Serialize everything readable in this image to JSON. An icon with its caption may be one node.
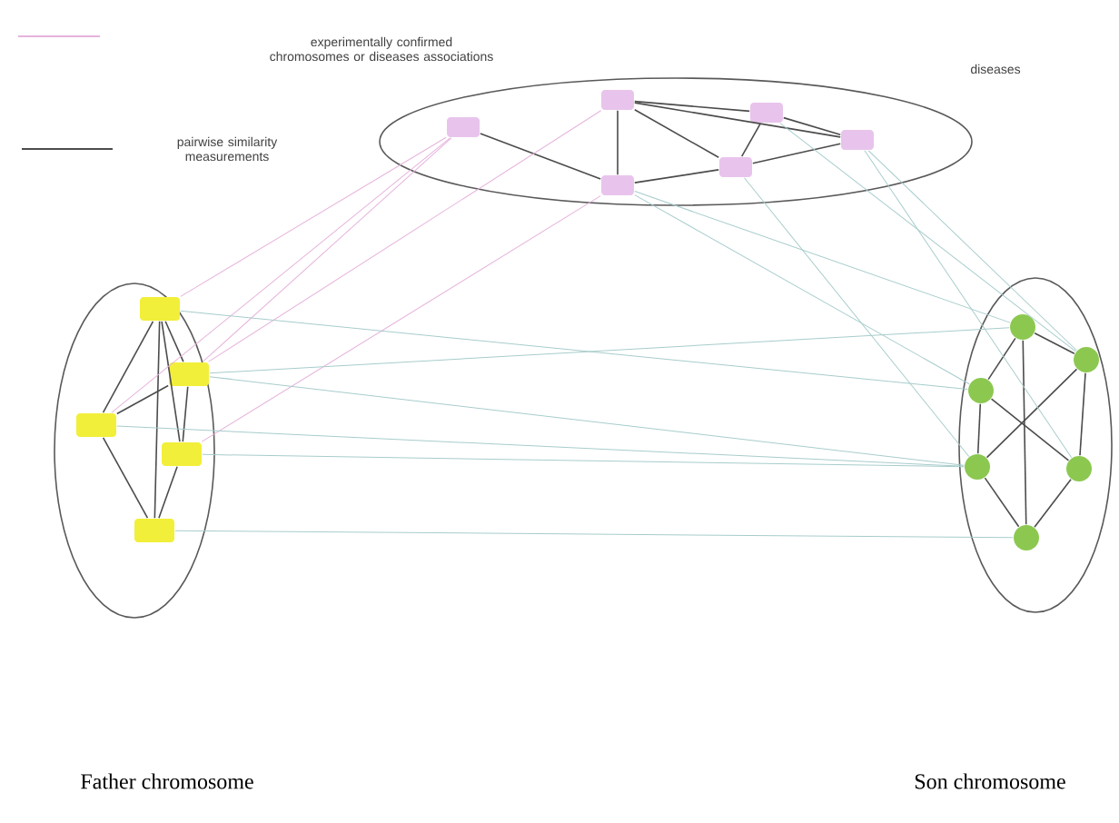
{
  "diagram": {
    "nodes": [
      {
        "text": [],
        "shape": "ellipse",
        "beside": [
          "diseases"
        ]
      },
      {
        "text": [],
        "shape": "box",
        "in": 0
      },
      {
        "text": [],
        "shape": "box",
        "in": 0
      },
      {
        "text": [],
        "shape": "box",
        "in": 0
      },
      {
        "text": [],
        "shape": "box",
        "in": 0
      },
      {
        "text": [],
        "shape": "box",
        "in": 0
      },
      {
        "text": [],
        "shape": "box",
        "in": 0
      },
      {
        "text": [],
        "shape": "ellipse"
      },
      {
        "text": [],
        "shape": "box",
        "in": 7
      },
      {
        "text": [],
        "shape": "box",
        "in": 7
      },
      {
        "text": [],
        "shape": "box",
        "in": 7
      },
      {
        "text": [],
        "shape": "box",
        "in": 7
      },
      {
        "text": [],
        "shape": "box",
        "in": 7
      },
      {
        "text": [],
        "shape": "ellipse"
      },
      {
        "text": [],
        "shape": "circle",
        "in": 13
      },
      {
        "text": [],
        "shape": "circle",
        "in": 13
      },
      {
        "text": [],
        "shape": "circle",
        "in": 13
      },
      {
        "text": [],
        "shape": "circle",
        "in": 13
      },
      {
        "text": [],
        "shape": "circle",
        "in": 13
      },
      {
        "text": [],
        "shape": "circle",
        "in": 13
      }
    ],
    "edges": [
      {
        "from": 1,
        "to": 3,
        "arrow": "none"
      },
      {
        "from": 2,
        "to": 3,
        "arrow": "none"
      },
      {
        "from": 2,
        "to": 4,
        "arrow": "none"
      },
      {
        "from": 2,
        "to": 5,
        "arrow": "none"
      },
      {
        "from": 2,
        "to": 6,
        "arrow": "none"
      },
      {
        "from": 3,
        "to": 4,
        "arrow": "none"
      },
      {
        "from": 4,
        "to": 5,
        "arrow": "none"
      },
      {
        "from": 4,
        "to": 6,
        "arrow": "none"
      },
      {
        "from": 5,
        "to": 6,
        "arrow": "none"
      },
      {
        "from": 8,
        "to": 10,
        "arrow": "none"
      },
      {
        "from": 8,
        "to": 12,
        "arrow": "none"
      },
      {
        "from": 8,
        "to": 9,
        "arrow": "none"
      },
      {
        "from": 8,
        "to": 11,
        "arrow": "none"
      },
      {
        "from": 9,
        "to": 11,
        "arrow": "none"
      },
      {
        "from": 10,
        "to": 9,
        "arrow": "none"
      },
      {
        "from": 10,
        "to": 12,
        "arrow": "none"
      },
      {
        "from": 11,
        "to": 12,
        "arrow": "none"
      },
      {
        "from": 14,
        "to": 15,
        "arrow": "none"
      },
      {
        "from": 14,
        "to": 16,
        "arrow": "none"
      },
      {
        "from": 14,
        "to": 19,
        "arrow": "none"
      },
      {
        "from": 15,
        "to": 18,
        "arrow": "none"
      },
      {
        "from": 15,
        "to": 17,
        "arrow": "none"
      },
      {
        "from": 16,
        "to": 17,
        "arrow": "none"
      },
      {
        "from": 16,
        "to": 18,
        "arrow": "none"
      },
      {
        "from": 17,
        "to": 19,
        "arrow": "none"
      },
      {
        "from": 18,
        "to": 19,
        "arrow": "none"
      },
      {
        "from": 1,
        "to": 8,
        "arrow": "none",
        "color": "#e6b4dc"
      },
      {
        "from": 1,
        "to": 9,
        "arrow": "none",
        "color": "#e6b4dc"
      },
      {
        "from": 2,
        "to": 9,
        "arrow": "none",
        "color": "#e6b4dc"
      },
      {
        "from": 3,
        "to": 11,
        "arrow": "none",
        "color": "#e6b4dc"
      },
      {
        "from": 1,
        "to": 10,
        "arrow": "none",
        "color": "#e6b4dc"
      },
      {
        "from": 8,
        "to": 16,
        "arrow": "none",
        "color": "#a8cccc"
      },
      {
        "from": 9,
        "to": 14,
        "arrow": "none",
        "color": "#a8cccc"
      },
      {
        "from": 11,
        "to": 17,
        "arrow": "none",
        "color": "#a8cccc"
      },
      {
        "from": 12,
        "to": 19,
        "arrow": "none",
        "color": "#a8cccc"
      },
      {
        "from": 10,
        "to": 17,
        "arrow": "none",
        "color": "#a8cccc"
      },
      {
        "from": 9,
        "to": 17,
        "arrow": "none",
        "color": "#a8cccc"
      },
      {
        "from": 3,
        "to": 14,
        "arrow": "none",
        "color": "#a8cccc"
      },
      {
        "from": 3,
        "to": 16,
        "arrow": "none",
        "color": "#a8cccc"
      },
      {
        "from": 4,
        "to": 17,
        "arrow": "none",
        "color": "#a8cccc"
      },
      {
        "from": 5,
        "to": 15,
        "arrow": "none",
        "color": "#a8cccc"
      },
      {
        "from": 6,
        "to": 15,
        "arrow": "none",
        "color": "#a8cccc"
      },
      {
        "from": 6,
        "to": 18,
        "arrow": "none",
        "color": "#a8cccc"
      }
    ],
    "labels": [
      "Father chromosome",
      "Son chromosome"
    ],
    "legend": [
      {
        "text": "experimentally confirmed chromosomes or diseases associations"
      },
      {
        "text": "pairwise similarity measurements"
      }
    ]
  }
}
